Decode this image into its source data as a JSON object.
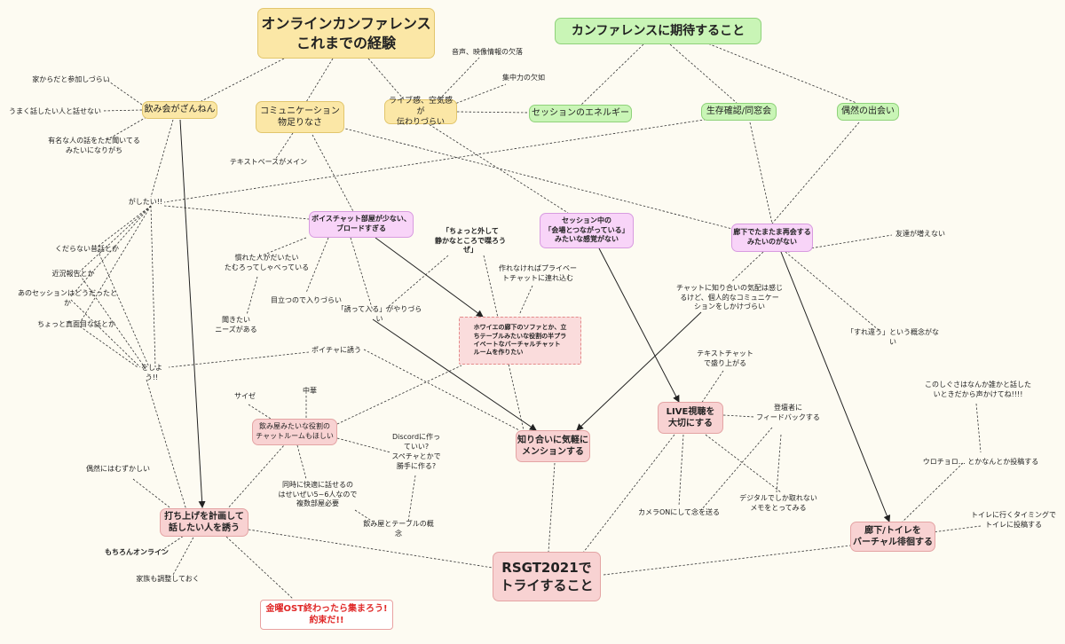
{
  "colors": {
    "yellow": "#fbe7a6",
    "green": "#c9f5b6",
    "pink": "#f8d4f8",
    "rose": "#f8d2d2",
    "accent_red": "#e02828",
    "line": "#333333"
  },
  "nodes": {
    "main_title": "オンラインカンファレンス\nこれまでの経験",
    "expect_title": "カンファレンスに期待すること",
    "party": "飲み会がざんねん",
    "comm": "コミュニケーション\n物足りなさ",
    "live": "ライブ感、空気感が\n伝わりづらい",
    "energy": "セッションのエネルギー",
    "reunion": "生存確認/同窓会",
    "chance": "偶然の出会い",
    "home": "家からだと参加しづらい",
    "talk_ng": "うまく話したい人と話せない",
    "famous": "有名な人の話をただ聞いてる\nみたいになりがち",
    "audio": "音声、映像情報の欠落",
    "focus": "集中力の欠如",
    "textbase": "テキストベースがメイン",
    "want": "がしたい!!",
    "trivial": "くだらない昔話とか",
    "recent": "近況報告とか",
    "session_q": "あのセッションはどうだったとか",
    "serious": "ちょっと真面目な話とか",
    "lets": "をしよう!!",
    "voice": "ボイスチャット部屋が少ない、\nブロードすぎる",
    "sess_conn": "セッション中の\n「会場とつながっている」\nみたいな感覚がない",
    "hallway_no": "廊下でたまたま再会する\nみたいのがない",
    "friends": "友達が増えない",
    "quiet": "「ちょっと外して\n静かなところで喋ろうぜ」",
    "private": "作れなければプライベー\nトチャットに連れ込む",
    "regulars": "慣れた人がだいたい\nたむろってしゃべっている",
    "listen": "聞きたい\nニーズがある",
    "stand_out": "目立つので入りづらい",
    "join_hard": "「誘って入る」がやりづらい",
    "sofa": "ホワイエの廊下のソファとか、立\nちテーブルみたいな役割の半プラ\nイベートなバーチャルチャット\nルームを作りたい",
    "acq_ctx": "チャットに知り合いの気配は感じ\nるけど、個人的なコミュニケー\nションをしかけづらい",
    "suretigau": "「すれ違う」という概念がない",
    "poichat": "ポイチャに誘う",
    "saize": "サイゼ",
    "chuka": "中華",
    "izakaya_room": "飲み屋みたいな役割の\nチャットルームもほしい",
    "discord": "Discordに作っ\nていい?\nスペチャとかで\n勝手に作る?",
    "mention": "知り合いに気軽に\nメンションする",
    "textchat": "テキストチャット\nで盛り上がる",
    "live_view": "LIVE視聴を\n大切にする",
    "speaker_fb": "登壇者に\nフィードバックする",
    "shigusa": "このしぐさはなんか誰かと話した\nいときだから声かけてね!!!!",
    "simultaneous": "同時に快適に話せるの\nはせいぜい5~6人なので\n複数部屋必要",
    "izakaya_concept": "飲み屋とテーブルの概念",
    "camera": "カメラONにして念を送る",
    "digital": "デジタルでしか取れない\nメモをとってみる",
    "urochoro": "ウロチョロ… とかなんとか投稿する",
    "toilet_post": "トイレに行くタイミングで\nトイレに投稿する",
    "hard_chance": "偶然にはむずかしい",
    "plan": "打ち上げを計画して\n話したい人を誘う",
    "online": "もちろんオンライン",
    "family": "家族も調整しておく",
    "rsgt": "RSGT2021で\nトライすること",
    "hallway_toilet": "廊下/トイレを\nバーチャル徘徊する",
    "friday": "金曜OST終わったら集まろう!\n約束だ!!"
  }
}
